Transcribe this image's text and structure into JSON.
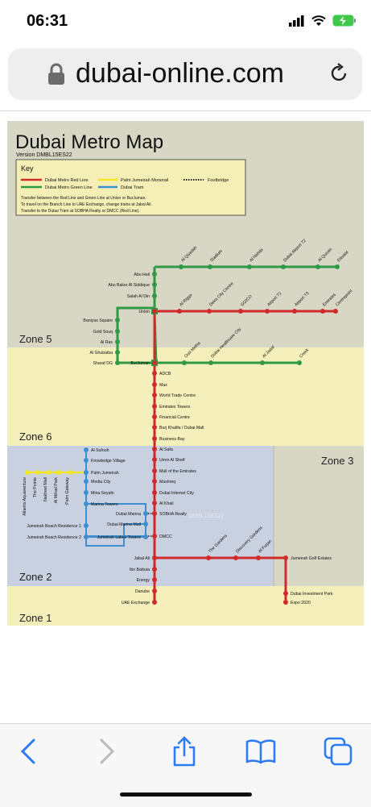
{
  "status": {
    "time": "06:31"
  },
  "browser": {
    "url": "dubai-online.com"
  },
  "map": {
    "title": "Dubai Metro Map",
    "version": "Version DMBL15ES22",
    "watermark": "© DMBL15ES22",
    "key": {
      "title": "Key",
      "red_line": "Dubai Metro Red Line",
      "green_line": "Dubai Metro Green Line",
      "monorail": "Palm Jumeirah Monorail",
      "tram": "Dubai Tram",
      "footbridge": "Footbridge",
      "note1": "Transfer between the Red Line and Green Line at Union or BurJuman.",
      "note2": "To travel on the Branch Line to UAE Exchange, change trains at Jabal Ali.",
      "note3": "Transfer to the Dubai Tram at SOBHA Realty or DMCC (Red Line)."
    },
    "zones": {
      "zone5": "Zone 5",
      "zone6": "Zone 6",
      "zone3": "Zone 3",
      "zone2": "Zone 2",
      "zone1": "Zone 1"
    },
    "colors": {
      "red": "#d02a2a",
      "green": "#2e9a45",
      "tram": "#3d8fd0",
      "monorail": "#f2e52a",
      "bg": "#d8d6c5",
      "zone_yellow": "#f4efbb",
      "zone_blue": "#c9d0e0"
    },
    "stations": {
      "al_qiyadah": "Al Qiyadah",
      "stadium": "Stadium",
      "al_nahda": "Al Nahda",
      "airport_t2": "Dubai Airport T2",
      "al_qusais": "Al Qusais",
      "etisalat": "Etisalat",
      "abu_hail": "Abu Hail",
      "abu_baker": "Abu Baker Al Siddique",
      "salah": "Salah Al Din",
      "union": "Union",
      "al_rigga": "Al Rigga",
      "deira": "Deira City Centre",
      "ggico": "GGICO",
      "airport_t1": "Airport T1",
      "airport_t3": "Airport T3",
      "emirates": "Emirates",
      "centrepoint": "Centrepoint",
      "baniyas": "Baniyas Square",
      "gold_souq": "Gold Souq",
      "al_ras": "Al Ras",
      "al_ghubaiba": "Al Ghubaiba",
      "sharaf": "Sharaf DG",
      "burjuman": "BurJuman",
      "oud_metha": "Oud Metha",
      "healthcare": "Dubai Healthcare City",
      "al_jadaf": "Al Jadaf",
      "creek": "Creek",
      "adcb": "ADCB",
      "max": "Max",
      "wtc": "World Trade Centre",
      "towers": "Emirates Towers",
      "financial": "Financial Centre",
      "burj": "Burj Khalifa / Dubai Mall",
      "business_bay": "Business Bay",
      "al_safa": "Al Safa",
      "umm": "Umm Al Sheif",
      "moe": "Mall of the Emirates",
      "mashreq": "Mashreq",
      "internet": "Dubai Internet City",
      "al_khail": "Al Khail",
      "sobha": "SOBHA Realty",
      "dmcc": "DMCC",
      "jabal_ali": "Jabal Ali",
      "ibn": "Ibn Battuta",
      "energy": "Energy",
      "danube": "Danube",
      "uae_ex": "UAE Exchange",
      "gardens": "The Gardens",
      "discovery": "Discovery Gardens",
      "furjan": "Al Furjan",
      "golf": "Jumeirah Golf Estates",
      "investment": "Dubai Investment Park",
      "expo": "Expo 2020",
      "al_sufouh": "Al Sufouh",
      "knowledge": "Knowledge Village",
      "palm_j": "Palm Jumeirah",
      "media": "Media City",
      "mina": "Mina Seyahi",
      "marina_towers": "Marina Towers",
      "dubai_marina": "Dubai Marina",
      "marina_mall": "Dubai Marina Mall",
      "jbr1": "Jumeirah Beach Residence 1",
      "jbr2": "Jumeirah Beach Residence 2",
      "jlt": "Jumeirah Lakes Towers",
      "atlantis": "Atlantis Aquaventure",
      "the_pointe": "The Pointe",
      "nakheel": "Nakheel Mall",
      "al_ittihad": "Al Ittihad Park",
      "palm_gateway": "Palm Gateway"
    }
  }
}
